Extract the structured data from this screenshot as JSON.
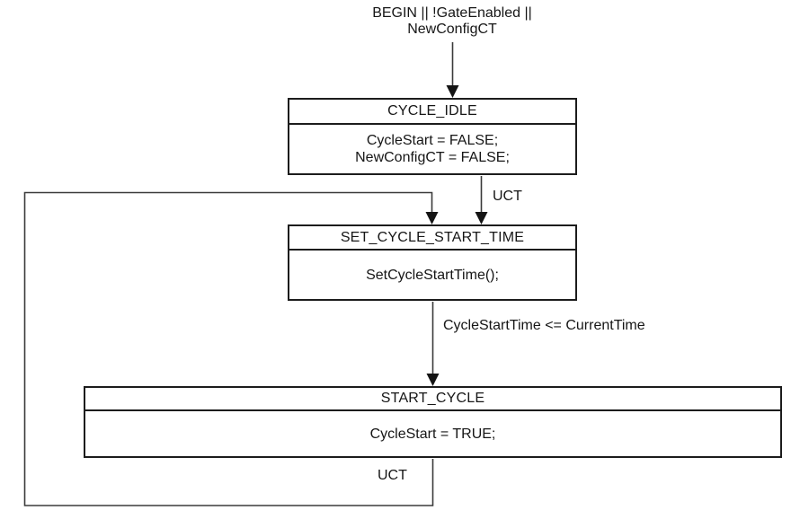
{
  "diagram": {
    "type": "state-machine-flowchart",
    "colors": {
      "background": "#ffffff",
      "box_border": "#1c1c1c",
      "wire": "#3a3a3a",
      "arrowhead": "#141414",
      "text": "#161616"
    },
    "transitions": {
      "begin": {
        "line1": "BEGIN || !GateEnabled ||",
        "line2": "NewConfigCT"
      },
      "idle_to_set": "UCT",
      "set_to_start": "CycleStartTime <= CurrentTime",
      "start_loop_back": "UCT"
    },
    "states": [
      {
        "name": "CYCLE_IDLE",
        "actions": [
          "CycleStart = FALSE;",
          "NewConfigCT = FALSE;"
        ]
      },
      {
        "name": "SET_CYCLE_START_TIME",
        "actions": [
          "SetCycleStartTime();"
        ]
      },
      {
        "name": "START_CYCLE",
        "actions": [
          "CycleStart = TRUE;"
        ]
      }
    ]
  }
}
